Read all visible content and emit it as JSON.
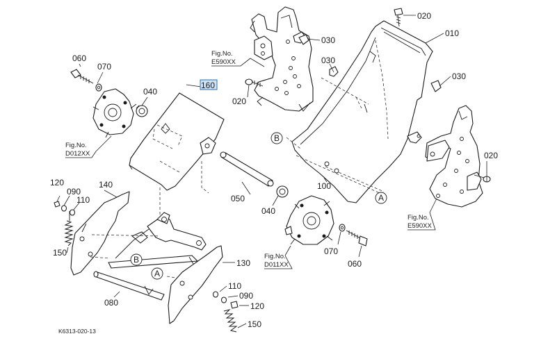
{
  "diagram_ref": "K6313-020-13",
  "parts": {
    "p010": "010",
    "p020_top": "020",
    "p020_left": "020",
    "p020_right": "020",
    "p030_a": "030",
    "p030_b": "030",
    "p030_c": "030",
    "p040_left": "040",
    "p040_mid": "040",
    "p050": "050",
    "p060_left": "060",
    "p060_right": "060",
    "p070_left": "070",
    "p070_right": "070",
    "p080": "080",
    "p090_left": "090",
    "p090_right": "090",
    "p100": "100",
    "p110_left": "110",
    "p110_right": "110",
    "p120_left": "120",
    "p120_right": "120",
    "p130": "130",
    "p140": "140",
    "p150_left": "150",
    "p150_right": "150",
    "p160": "160"
  },
  "fig_refs": {
    "e590_top_label": "Fig.No.",
    "e590_top_num": "E590XX",
    "d012_label": "Fig.No.",
    "d012_num": "D012XX",
    "d011_label": "Fig.No.",
    "d011_num": "D011XX",
    "e590_right_label": "Fig.No.",
    "e590_right_num": "E590XX"
  },
  "circle_marks": {
    "b_top": "B",
    "a_right": "A",
    "b_bottom": "B",
    "a_bottom": "A"
  },
  "selected_part": "160",
  "colors": {
    "line": "#1a1a1a",
    "highlight_fill": "#cfe3f7",
    "highlight_border": "#2b6fb3"
  }
}
